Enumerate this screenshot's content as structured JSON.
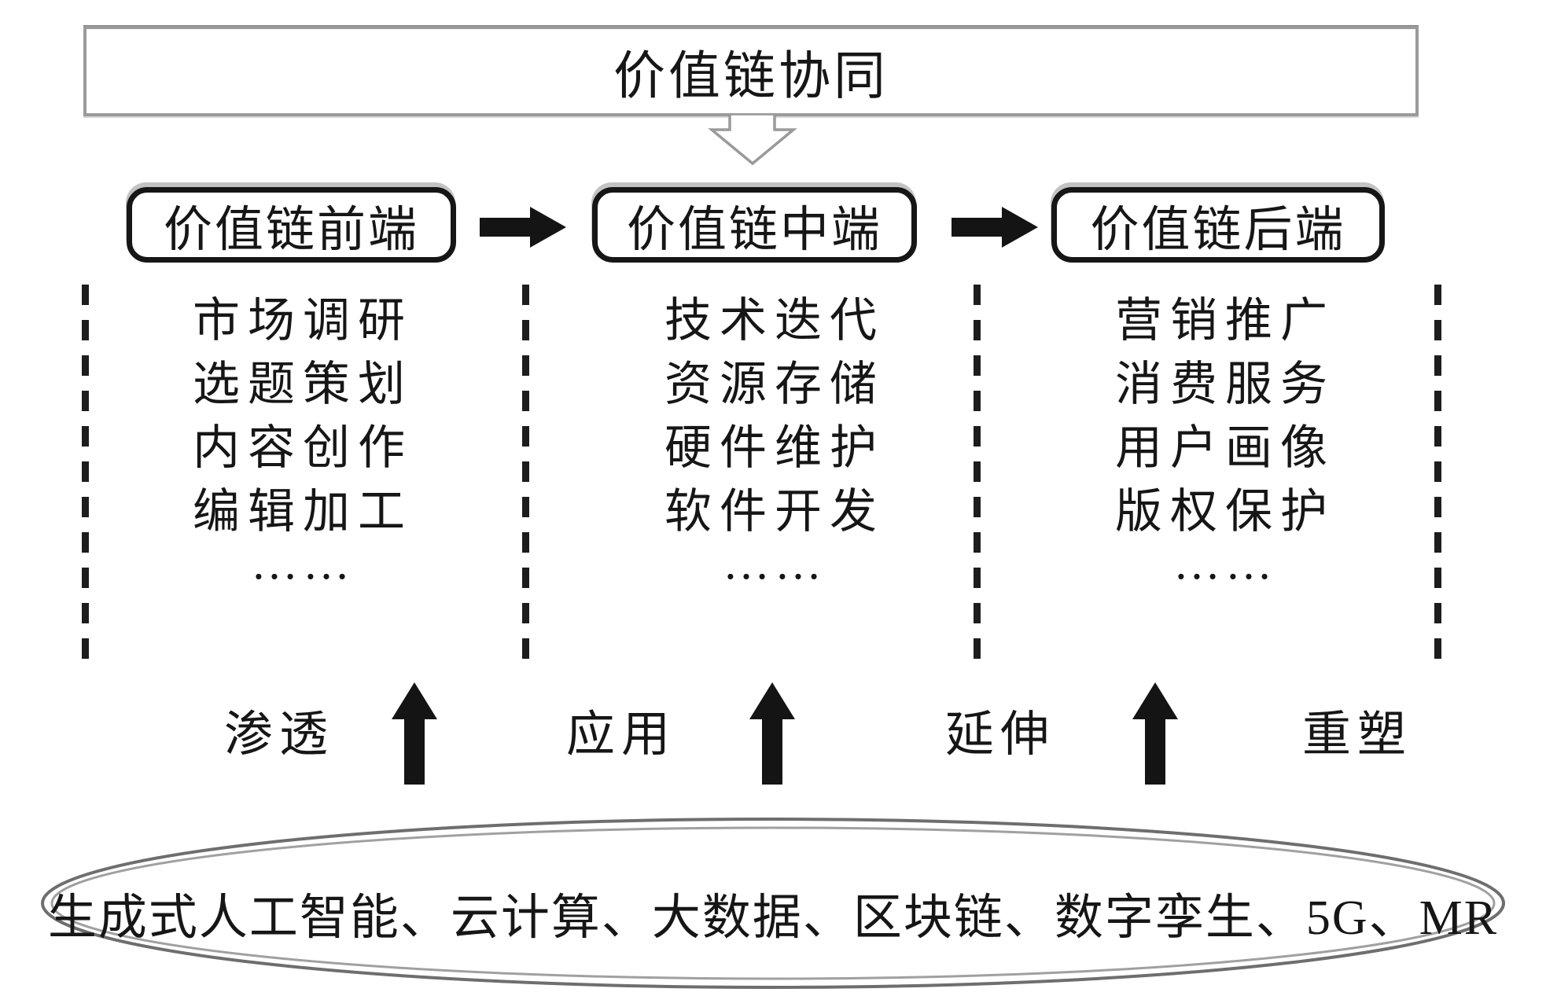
{
  "figure": {
    "banner": "价值链协同",
    "stages": [
      {
        "label": "价值链前端",
        "items": [
          "市场调研",
          "选题策划",
          "内容创作",
          "编辑加工",
          "……"
        ]
      },
      {
        "label": "价值链中端",
        "items": [
          "技术迭代",
          "资源存储",
          "硬件维护",
          "软件开发",
          "……"
        ]
      },
      {
        "label": "价值链后端",
        "items": [
          "营销推广",
          "消费服务",
          "用户画像",
          "版权保护",
          "……"
        ]
      }
    ],
    "effects": [
      "渗透",
      "应用",
      "延伸",
      "重塑"
    ],
    "technologies": "生成式人工智能、云计算、大数据、区块链、数字孪生、5G、MR",
    "icons": {
      "down_arrow": "hollow-down-arrow-icon",
      "flow_arrow": "solid-right-arrow-icon",
      "impact_arrow": "solid-up-arrow-icon"
    },
    "colors": {
      "ink": "#161616",
      "banner_border": "#9b9b9b",
      "box_border": "#161616",
      "box_shadow": "#c3c3c3",
      "ellipse_border_outer": "#6e6e6e",
      "ellipse_border_inner": "#a0a0a0",
      "background": "#ffffff"
    }
  }
}
